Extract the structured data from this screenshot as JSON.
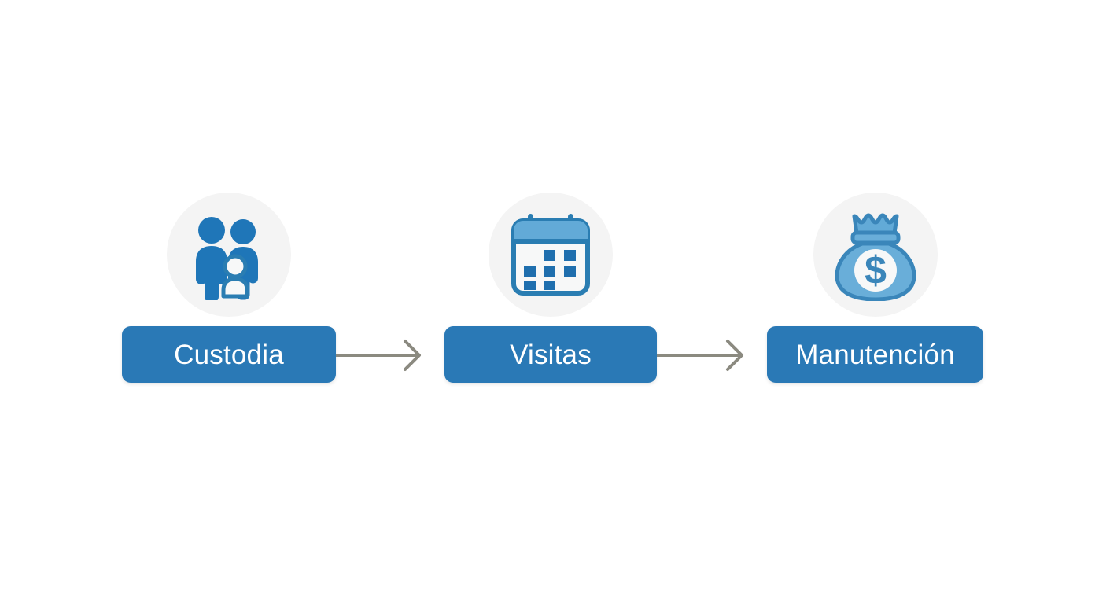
{
  "diagram": {
    "type": "process-flow",
    "background_color": "#ffffff",
    "accent_color": "#2a79b6",
    "icon_circle_color": "#f4f4f4",
    "arrow_color": "#8b8a80",
    "label_color": "#ffffff",
    "nodes": [
      {
        "id": "custodia",
        "label": "Custodia",
        "icon": "family-parents-child-icon"
      },
      {
        "id": "visitas",
        "label": "Visitas",
        "icon": "calendar-icon"
      },
      {
        "id": "manutencion",
        "label": "Manutención",
        "icon": "money-bag-dollar-icon"
      }
    ],
    "connectors": [
      {
        "id": "arrow-1",
        "from": "custodia",
        "to": "visitas",
        "glyph": "arrow-right-icon"
      },
      {
        "id": "arrow-2",
        "from": "visitas",
        "to": "manutencion",
        "glyph": "arrow-right-icon"
      }
    ]
  }
}
